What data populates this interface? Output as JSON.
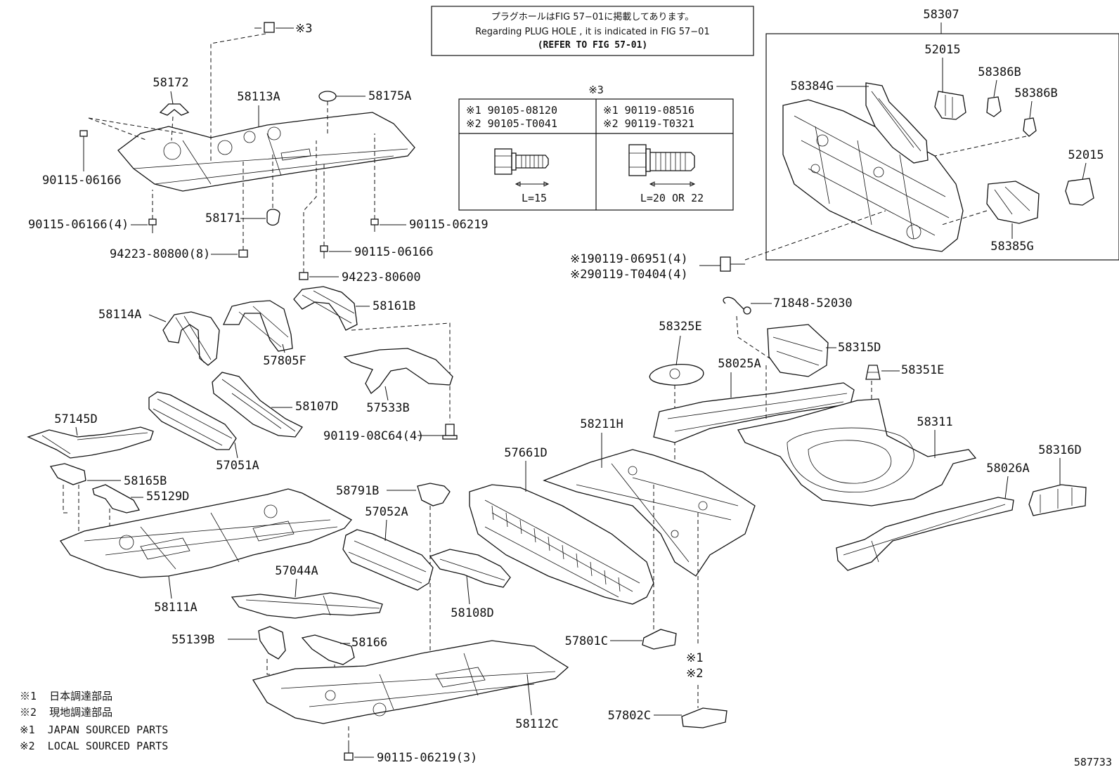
{
  "note": {
    "line1": "プラグホールはFIG 57−01に掲載してあります。",
    "line2": "Regarding  PLUG  HOLE , it is indicated in FIG  57−01",
    "line3": "(REFER TO FIG 57-01)"
  },
  "fastener_table": {
    "title": "※3",
    "col1_row1": "※1 90105-08120",
    "col1_row2": "※2 90105-T0041",
    "col2_row1": "※1 90119-08516",
    "col2_row2": "※2 90119-T0321",
    "col1_length": "L=15",
    "col2_length": "L=20 OR 22"
  },
  "parts": {
    "p58307": "58307",
    "p52015a": "52015",
    "p52015b": "52015",
    "p58386b1": "58386B",
    "p58386b2": "58386B",
    "p58384g": "58384G",
    "p58385g": "58385G",
    "p90119_06951": "※190119-06951(4)",
    "p90119_t0404": "※290119-T0404(4)",
    "p71848": "71848-52030",
    "p58325e": "58325E",
    "p58315d": "58315D",
    "p58025a": "58025A",
    "p58351e": "58351E",
    "p58311": "58311",
    "p58211h": "58211H",
    "p57661d": "57661D",
    "p58316d": "58316D",
    "p58026a": "58026A",
    "p57801c": "57801C",
    "p57802c": "57802C",
    "mark1": "※1",
    "mark2": "※2",
    "p58172": "58172",
    "p58113a": "58113A",
    "p58175a": "58175A",
    "p90115_06166a": "90115-06166",
    "p90115_06166_4": "90115-06166(4)",
    "p58171": "58171",
    "p90115_06219": "90115-06219",
    "p94223_80800": "94223-80800(8)",
    "p90115_06166b": "90115-06166",
    "p94223_80600": "94223-80600",
    "mark3": "※3",
    "p58114a": "58114A",
    "p57805f": "57805F",
    "p58161b": "58161B",
    "p58107d": "58107D",
    "p57533b": "57533B",
    "p57145d": "57145D",
    "p57051a": "57051A",
    "p90119_08c64": "90119-08C64(4)",
    "p58165b": "58165B",
    "p55129d": "55129D",
    "p58111a": "58111A",
    "p58791b": "58791B",
    "p57052a": "57052A",
    "p57044a": "57044A",
    "p58108d": "58108D",
    "p55139b": "55139B",
    "p58166": "58166",
    "p58112c": "58112C",
    "p90115_06219_3": "90115-06219(3)"
  },
  "legend": {
    "jp1": "※1  日本調達部品",
    "jp2": "※2  現地調達部品",
    "en1": "※1  JAPAN SOURCED PARTS",
    "en2": "※2  LOCAL SOURCED PARTS"
  },
  "figure_id": "587733"
}
